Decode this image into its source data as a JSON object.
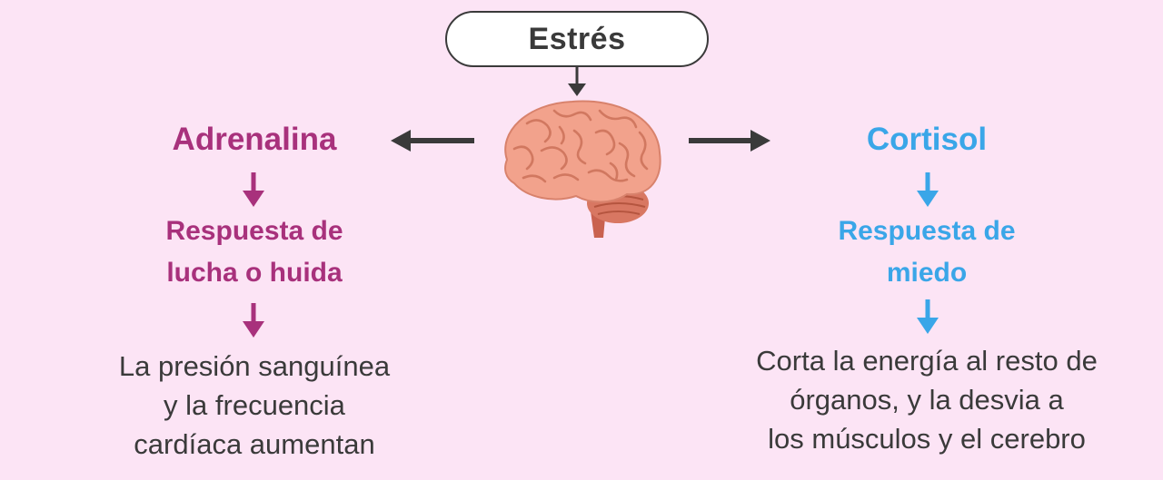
{
  "top": {
    "label": "Estrés"
  },
  "left": {
    "title": "Adrenalina",
    "response": [
      "Respuesta de",
      "lucha o huida"
    ],
    "effect": [
      "La presión sanguínea",
      "y la frecuencia",
      "cardíaca aumentan"
    ]
  },
  "right": {
    "title": "Cortisol",
    "response": [
      "Respuesta de",
      "miedo"
    ],
    "effect": [
      "Corta la energía al resto de",
      "órganos, y la desvia a",
      "los músculos y el cerebro"
    ]
  },
  "colors": {
    "background": "#fce4f5",
    "left_accent": "#a8317c",
    "right_accent": "#3aa6e8",
    "dark": "#3a3a3a"
  },
  "icons": {
    "center": "brain-icon"
  }
}
